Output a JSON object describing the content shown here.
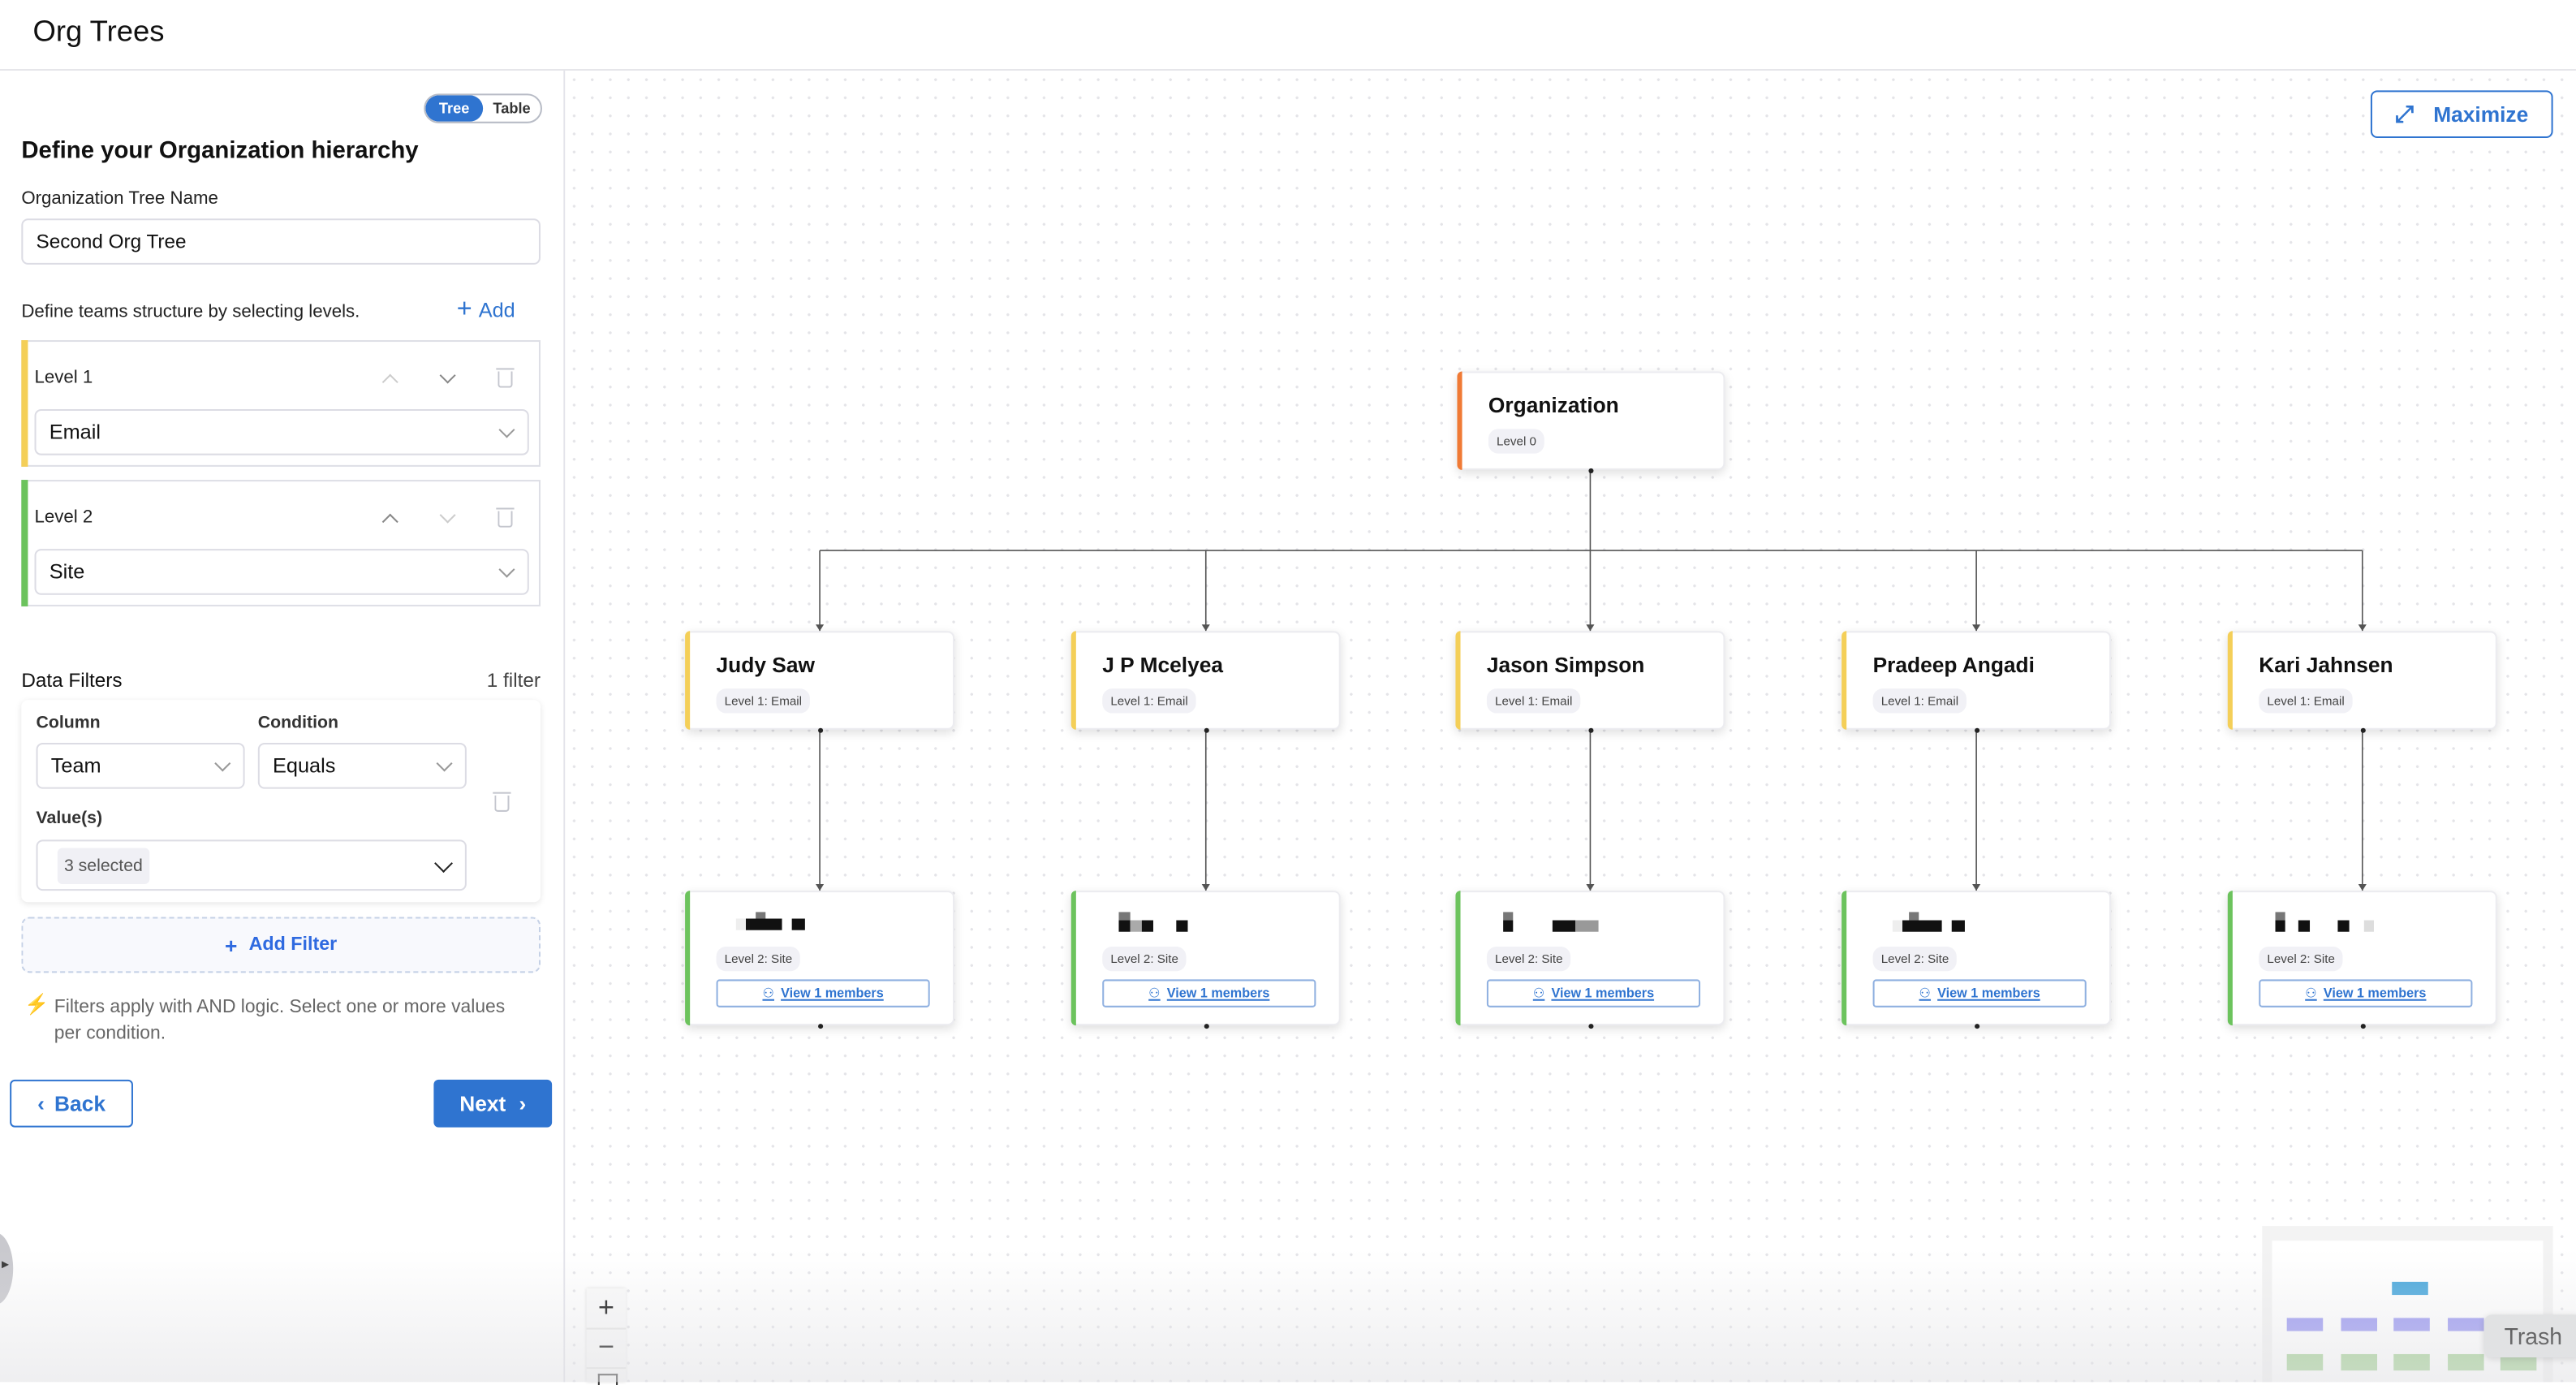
{
  "app": {
    "title": "Org Trees"
  },
  "view_toggle": {
    "options": [
      "Tree",
      "Table"
    ],
    "selected": "Tree"
  },
  "form": {
    "heading": "Define your Organization hierarchy",
    "tree_name_label": "Organization Tree Name",
    "tree_name_value": "Second Org Tree",
    "levels_hint": "Define teams structure by selecting levels.",
    "add_label": "Add",
    "levels": [
      {
        "label": "Level 1",
        "value": "Email",
        "color": "#f4cf58"
      },
      {
        "label": "Level 2",
        "value": "Site",
        "color": "#6cc35d"
      }
    ]
  },
  "filters": {
    "title": "Data Filters",
    "count": "1 filter",
    "column_label": "Column",
    "column_value": "Team",
    "condition_label": "Condition",
    "condition_value": "Equals",
    "values_label": "Value(s)",
    "values_chip": "3 selected",
    "add_filter_label": "Add Filter",
    "note": "Filters apply with AND logic. Select one or more values per condition."
  },
  "nav": {
    "back": "Back",
    "next": "Next"
  },
  "canvas": {
    "maximize_label": "Maximize",
    "root": {
      "name": "Organization",
      "level": "Level 0",
      "color": "#f07a35"
    },
    "level1": [
      {
        "name": "Judy Saw",
        "level": "Level 1: Email"
      },
      {
        "name": "J P Mcelyea",
        "level": "Level 1: Email"
      },
      {
        "name": "Jason Simpson",
        "level": "Level 1: Email"
      },
      {
        "name": "Pradeep Angadi",
        "level": "Level 1: Email"
      },
      {
        "name": "Kari Jahnsen",
        "level": "Level 1: Email"
      }
    ],
    "level2": [
      {
        "level": "Level 2: Site",
        "members": "View 1 members"
      },
      {
        "level": "Level 2: Site",
        "members": "View 1 members"
      },
      {
        "level": "Level 2: Site",
        "members": "View 1 members"
      },
      {
        "level": "Level 2: Site",
        "members": "View 1 members"
      },
      {
        "level": "Level 2: Site",
        "members": "View 1 members"
      }
    ],
    "zoom_controls": [
      "+",
      "−"
    ],
    "minimap_colors": {
      "root": "#4aa8dc",
      "level1": "#9e9cf2",
      "level2": "#a8d39a"
    },
    "tooltip": "Trash"
  },
  "colors": {
    "accent": "#2f74d0",
    "level0": "#f07a35",
    "level1": "#f4cf58",
    "level2": "#6cc35d"
  }
}
